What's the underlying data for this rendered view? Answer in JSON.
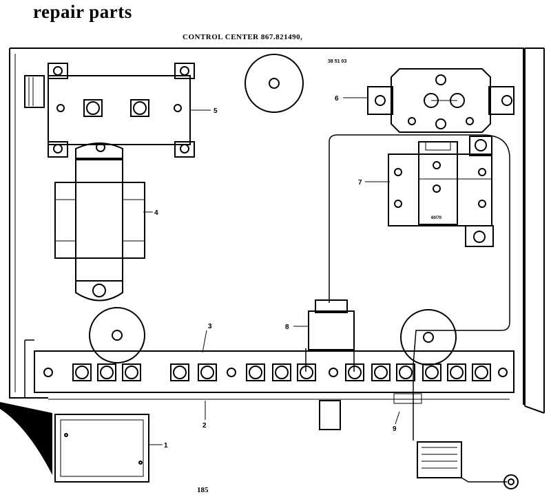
{
  "header": {
    "title": "repair parts"
  },
  "diagram": {
    "subtitle": "CONTROL CENTER 867.821490,",
    "code": "38 51 03",
    "page_number": "185",
    "part_labels": [
      "1",
      "2",
      "3",
      "4",
      "5",
      "6",
      "7",
      "8",
      "9"
    ],
    "relay_mark": "60/70"
  }
}
